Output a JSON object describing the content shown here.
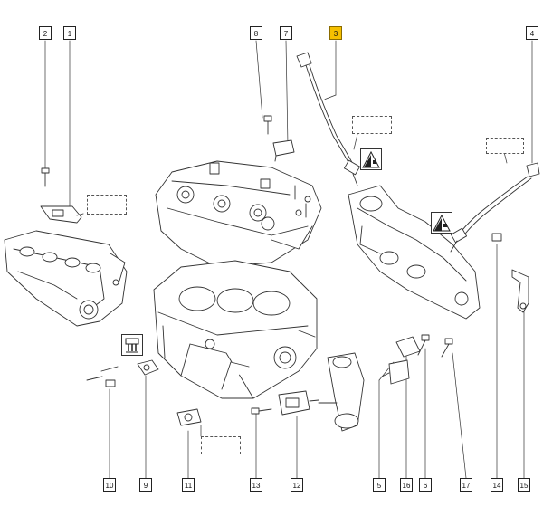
{
  "callouts": {
    "c1": "1",
    "c2": "2",
    "c3": "3",
    "c4": "4",
    "c5": "5",
    "c6": "6",
    "c7": "7",
    "c8": "8",
    "c9": "9",
    "c10": "10",
    "c11": "11",
    "c12": "12",
    "c13": "13",
    "c14": "14",
    "c15": "15",
    "c16": "16",
    "c17": "17"
  },
  "highlight_callout": "3",
  "colors": {
    "line": "#333333",
    "highlight": "#f5c000"
  },
  "icons": [
    "torque-wrench-symbol",
    "warning-symbol",
    "clamp-symbol"
  ]
}
